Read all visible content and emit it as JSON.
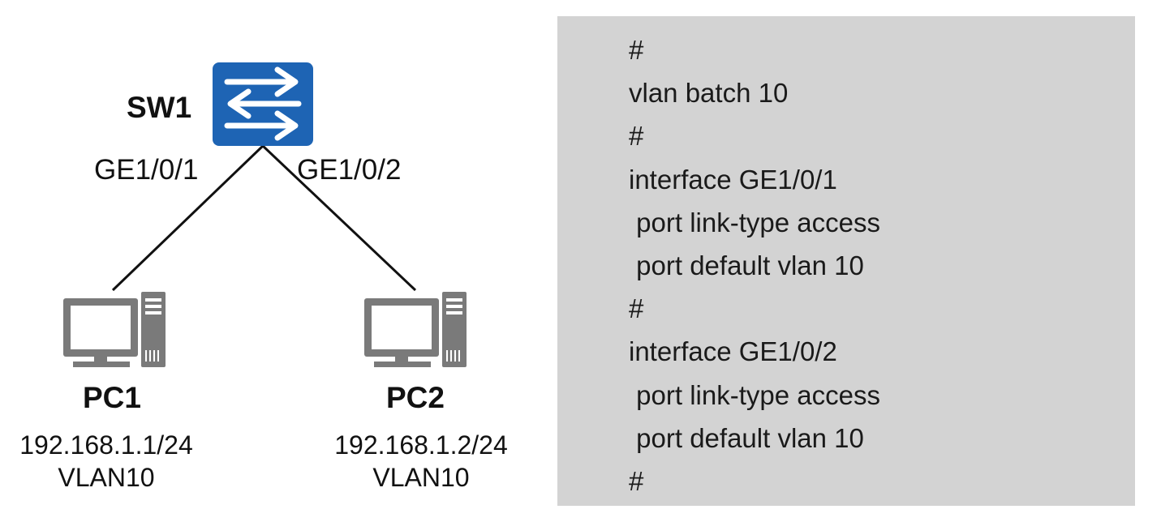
{
  "topology": {
    "switch": {
      "name": "SW1",
      "icon": "switch-icon",
      "color": "#1e64b4"
    },
    "links": [
      {
        "port": "GE1/0/1",
        "to": "PC1"
      },
      {
        "port": "GE1/0/2",
        "to": "PC2"
      }
    ],
    "hosts": [
      {
        "name": "PC1",
        "ip": "192.168.1.1/24",
        "vlan": "VLAN10",
        "icon": "desktop-pc-icon"
      },
      {
        "name": "PC2",
        "ip": "192.168.1.2/24",
        "vlan": "VLAN10",
        "icon": "desktop-pc-icon"
      }
    ]
  },
  "config": {
    "background": "#d3d3d3",
    "lines": [
      "#",
      "vlan batch 10",
      "#",
      "interface GE1/0/1",
      " port link-type access",
      " port default vlan 10",
      "#",
      "interface GE1/0/2",
      " port link-type access",
      " port default vlan 10",
      "#"
    ]
  }
}
